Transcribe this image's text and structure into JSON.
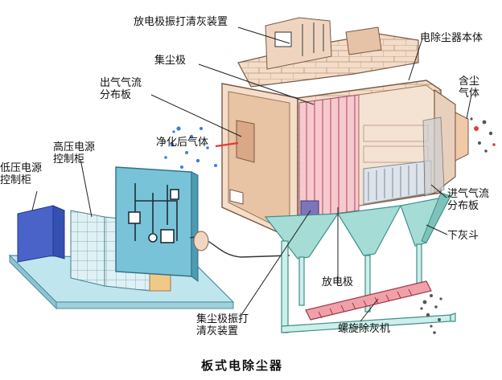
{
  "caption": "板式电除尘器",
  "labels": {
    "rapper_discharge": "放电极振打清灰装置",
    "body": "电除尘器本体",
    "collector": "集尘极",
    "outlet_dist_1": "出气气流",
    "outlet_dist_2": "分布板",
    "inlet_gas_1": "含尘",
    "inlet_gas_2": "气体",
    "clean_gas": "净化后气体",
    "hv_ctrl_1": "高压电源",
    "hv_ctrl_2": "控制柜",
    "lv_ctrl_1": "低压电源",
    "lv_ctrl_2": "控制柜",
    "inlet_dist_1": "进气气流",
    "inlet_dist_2": "分布板",
    "hopper": "下灰斗",
    "discharge_electrode": "放电极",
    "rapper_collector_1": "集尘极振打",
    "rapper_collector_2": "清灰装置",
    "screw": "螺旋除灰机"
  },
  "colors": {
    "casing": "#f3dcc8",
    "casing_dark": "#e3bf9e",
    "hopper": "#9fd9d4",
    "panel": "#7fc4d6",
    "plate": "#f2b8c0",
    "gas": "#3d7fd6",
    "dust": "#555555",
    "red": "#e23b3b"
  }
}
